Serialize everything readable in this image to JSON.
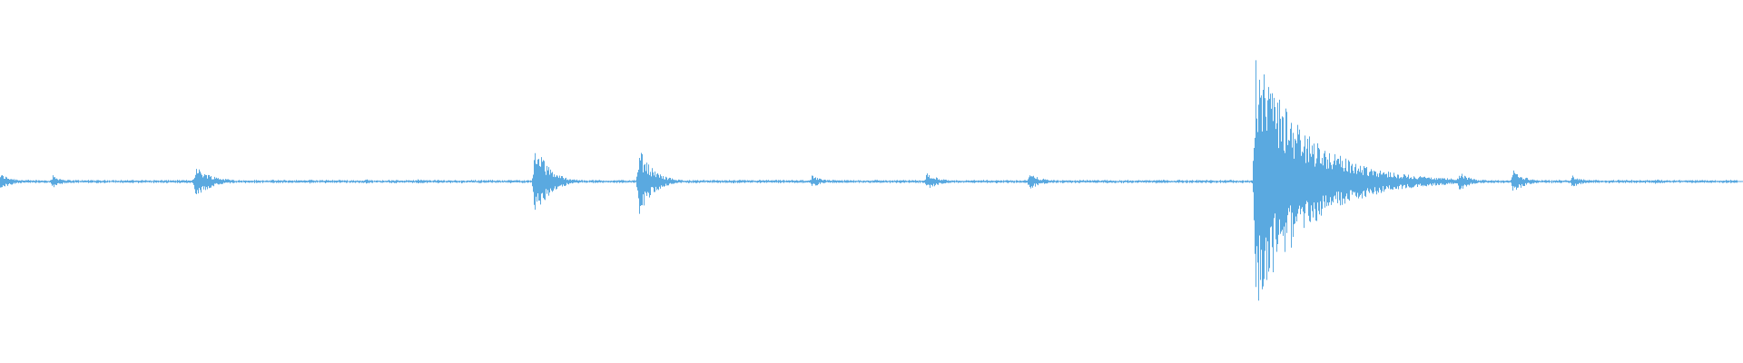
{
  "waveform": {
    "color": "#5aa9e0",
    "peaks": [
      {
        "t": 0.0,
        "amp": 0.06,
        "decay": 0.008
      },
      {
        "t": 0.03,
        "amp": 0.05,
        "decay": 0.006
      },
      {
        "t": 0.112,
        "amp": 0.12,
        "decay": 0.01
      },
      {
        "t": 0.177,
        "amp": 0.02,
        "decay": 0.006
      },
      {
        "t": 0.21,
        "amp": 0.02,
        "decay": 0.006
      },
      {
        "t": 0.24,
        "amp": 0.02,
        "decay": 0.006
      },
      {
        "t": 0.307,
        "amp": 0.31,
        "decay": 0.008
      },
      {
        "t": 0.367,
        "amp": 0.26,
        "decay": 0.008
      },
      {
        "t": 0.466,
        "amp": 0.05,
        "decay": 0.006
      },
      {
        "t": 0.532,
        "amp": 0.07,
        "decay": 0.007
      },
      {
        "t": 0.591,
        "amp": 0.06,
        "decay": 0.008
      },
      {
        "t": 0.664,
        "amp": 0.02,
        "decay": 0.01
      },
      {
        "t": 0.721,
        "amp": 1.0,
        "decay": 0.03
      },
      {
        "t": 0.774,
        "amp": 0.05,
        "decay": 0.006
      },
      {
        "t": 0.804,
        "amp": 0.05,
        "decay": 0.006
      },
      {
        "t": 0.838,
        "amp": 0.08,
        "decay": 0.006
      },
      {
        "t": 0.869,
        "amp": 0.09,
        "decay": 0.007
      },
      {
        "t": 0.903,
        "amp": 0.05,
        "decay": 0.006
      },
      {
        "t": 0.95,
        "amp": 0.02,
        "decay": 0.01
      }
    ]
  }
}
